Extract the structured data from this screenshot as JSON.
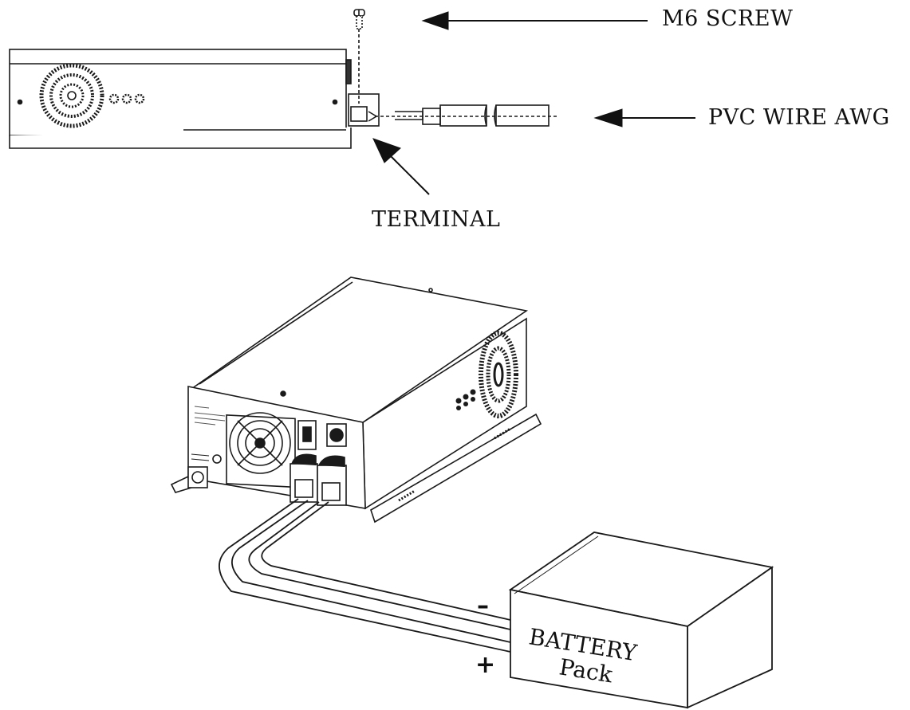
{
  "labels": {
    "screw": "M6 SCREW",
    "wire": "PVC WIRE AWG",
    "terminal": "TERMINAL"
  },
  "battery": {
    "line1": "BATTERY",
    "line2": "Pack",
    "minus": "–",
    "plus": "+"
  },
  "colors": {
    "line": "#1a1a1a",
    "background": "#ffffff"
  }
}
